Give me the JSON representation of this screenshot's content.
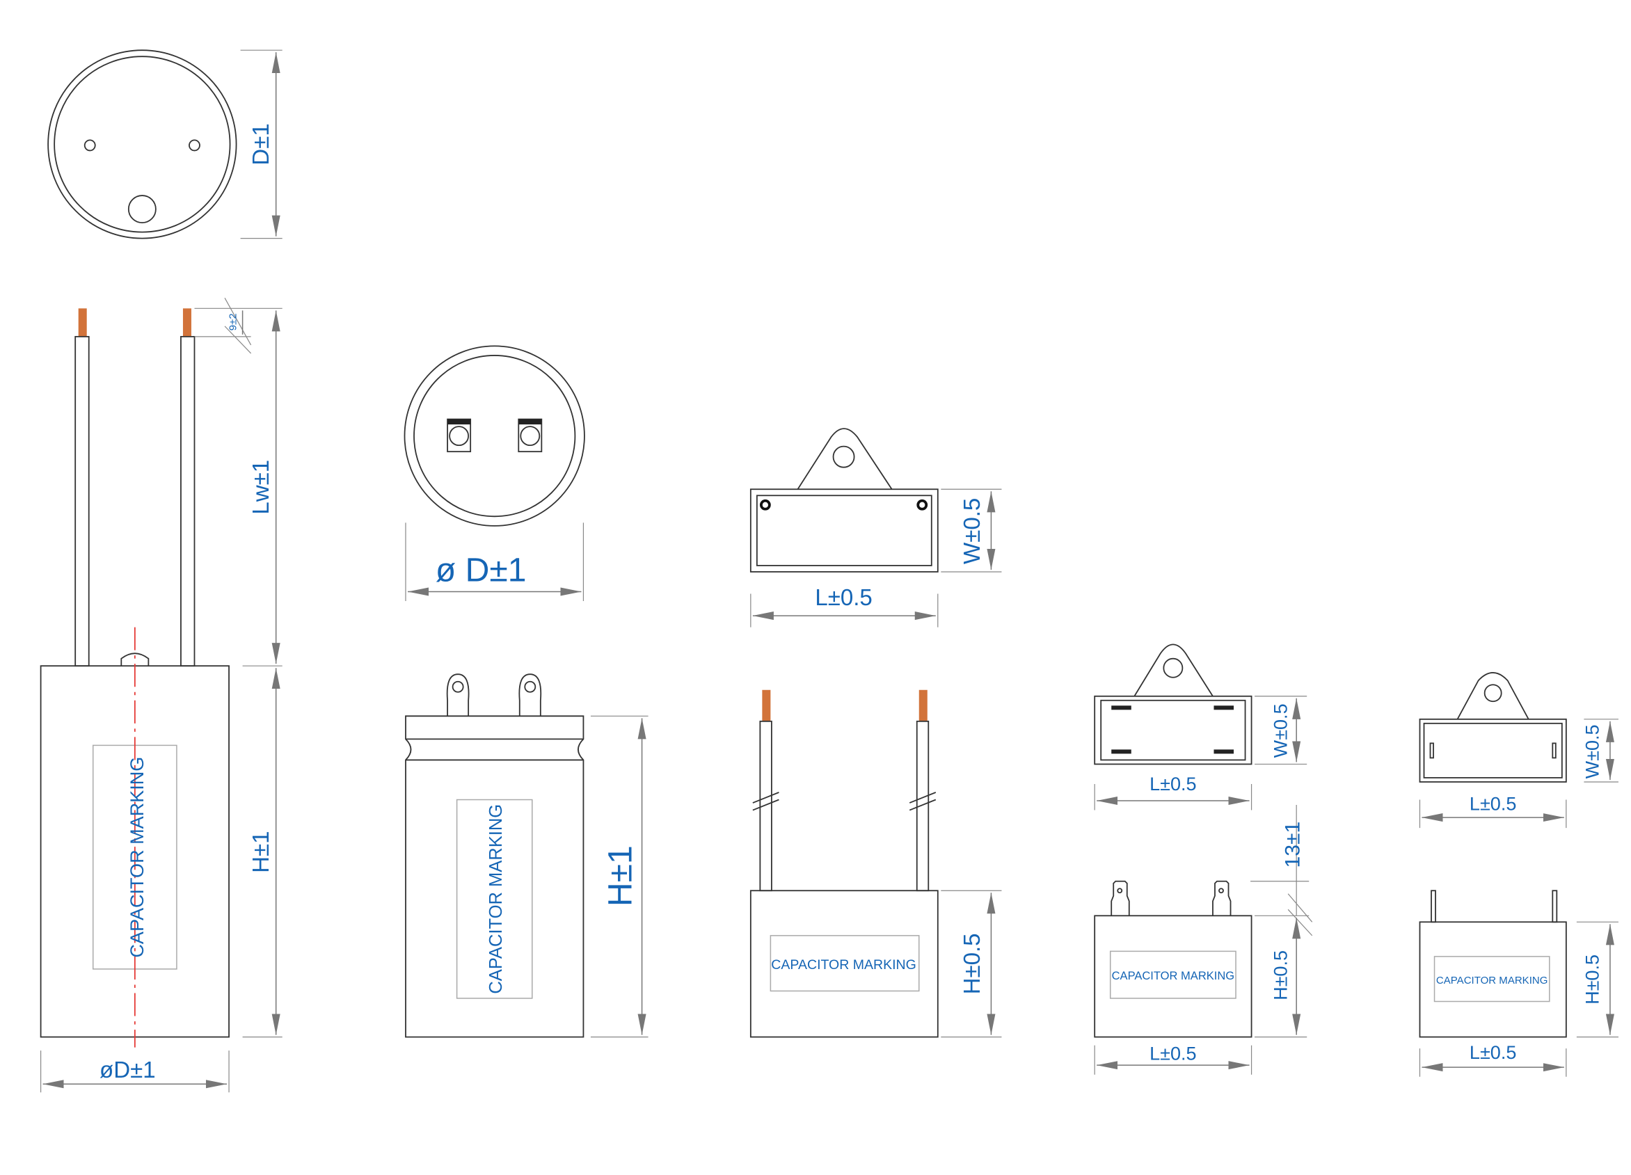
{
  "labels": {
    "round_top_diameter": "D±1",
    "round_lead_length": "Lw±1",
    "round_strip_length": "9±2",
    "round_height": "H±1",
    "round_marking": "CAPACITOR MARKING",
    "round_body_diameter": "øD±1",
    "can_top_diameter": "ø D±1",
    "can_marking": "CAPACITOR MARKING",
    "can_height": "H±1",
    "box_wire_top_width": "W±0.5",
    "box_wire_top_length": "L±0.5",
    "box_wire_marking": "CAPACITOR MARKING",
    "box_wire_height": "H±0.5",
    "box_tab_top_width": "W±0.5",
    "box_tab_top_length": "L±0.5",
    "box_tab_terminal_height": "13±1",
    "box_tab_marking": "CAPACITOR MARKING",
    "box_tab_height": "H±0.5",
    "box_tab_bottom_length": "L±0.5",
    "box_pin_top_width": "W±0.5",
    "box_pin_top_length": "L±0.5",
    "box_pin_marking": "CAPACITOR MARKING",
    "box_pin_height": "H±0.5",
    "box_pin_bottom_length": "L±0.5"
  },
  "colors": {
    "label": "#1565b5",
    "copper": "#d2733a",
    "centerline": "#e53935"
  }
}
